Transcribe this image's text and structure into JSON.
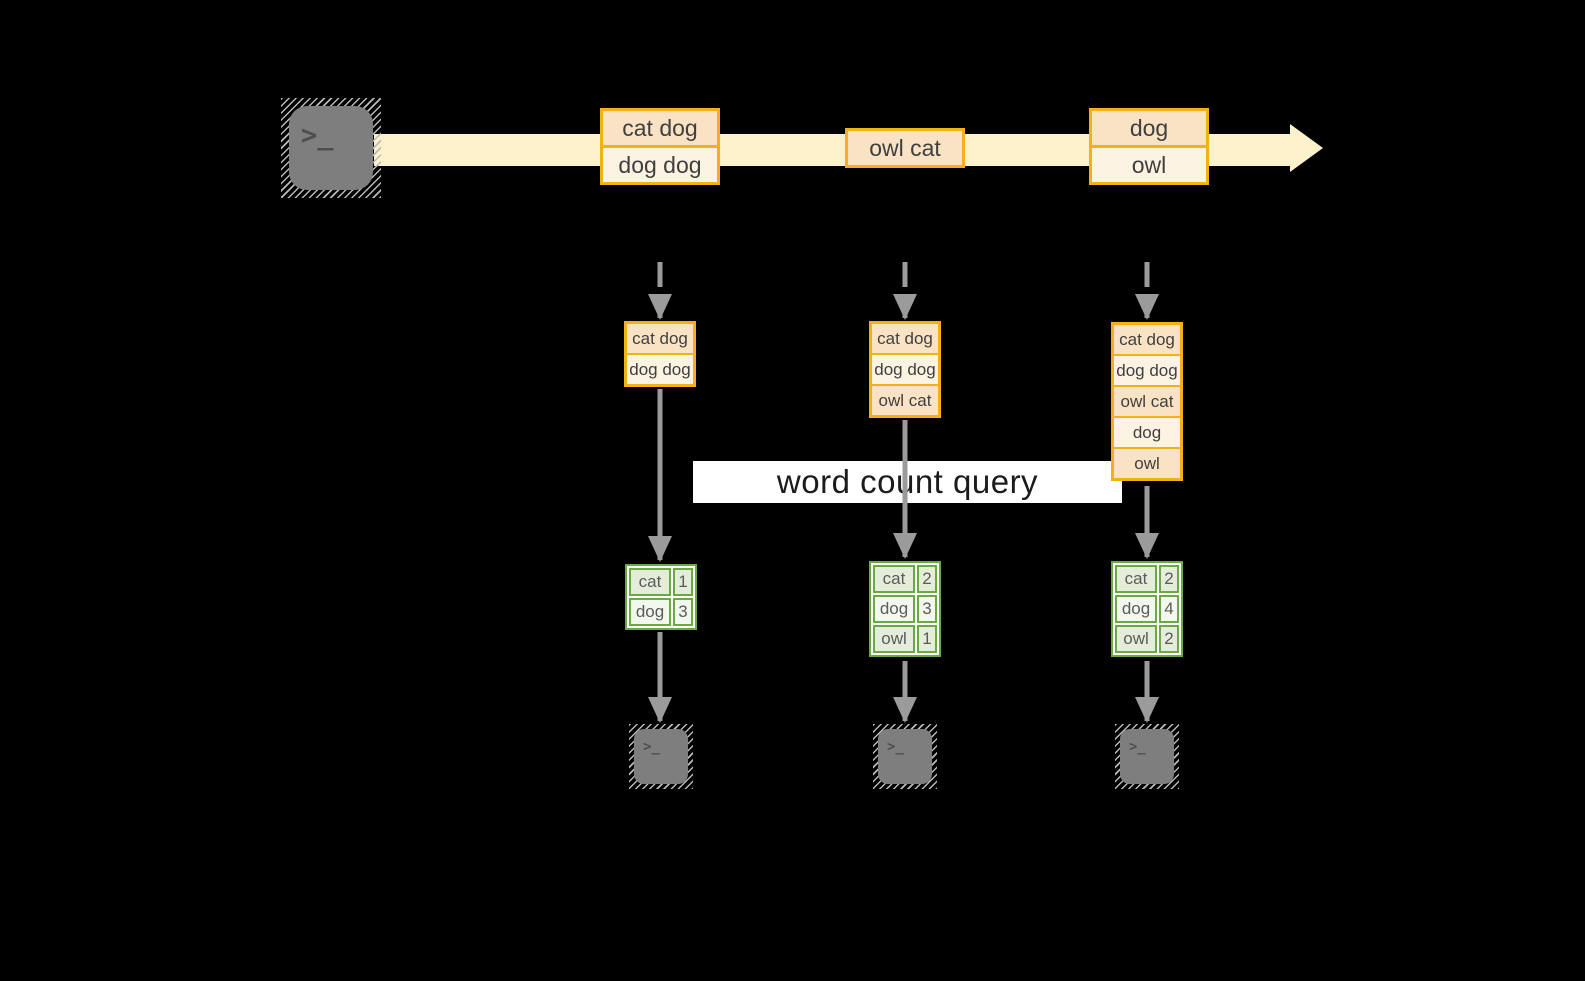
{
  "diagram": {
    "query_label": "word count query",
    "terminal_prompt": ">_",
    "stream": {
      "events": [
        {
          "lines": [
            "cat dog",
            "dog dog"
          ]
        },
        {
          "lines": [
            "owl cat"
          ]
        },
        {
          "lines": [
            "dog",
            "owl"
          ]
        }
      ]
    },
    "columns": [
      {
        "batch": [
          "cat dog",
          "dog dog"
        ],
        "counts": [
          {
            "word": "cat",
            "count": "1"
          },
          {
            "word": "dog",
            "count": "3"
          }
        ]
      },
      {
        "batch": [
          "cat dog",
          "dog dog",
          "owl cat"
        ],
        "counts": [
          {
            "word": "cat",
            "count": "2"
          },
          {
            "word": "dog",
            "count": "3"
          },
          {
            "word": "owl",
            "count": "1"
          }
        ]
      },
      {
        "batch": [
          "cat dog",
          "dog dog",
          "owl cat",
          "dog",
          "owl"
        ],
        "counts": [
          {
            "word": "cat",
            "count": "2"
          },
          {
            "word": "dog",
            "count": "4"
          },
          {
            "word": "owl",
            "count": "2"
          }
        ]
      }
    ],
    "colors": {
      "background": "#000000",
      "amber_border": "#F2B117",
      "peach_dark": "#FAE3C4",
      "cream_light": "#FDF3E3",
      "stream_band": "#FCF1CB",
      "green_border": "#6BA945",
      "green_cell_dark": "#E4EDDA",
      "green_cell_light": "#F3F8EE",
      "arrow_gray": "#9B9B9B",
      "terminal_gray": "#7E7E7E",
      "query_bg": "#FFFFFF",
      "text_dark": "#3F3F3F"
    }
  }
}
